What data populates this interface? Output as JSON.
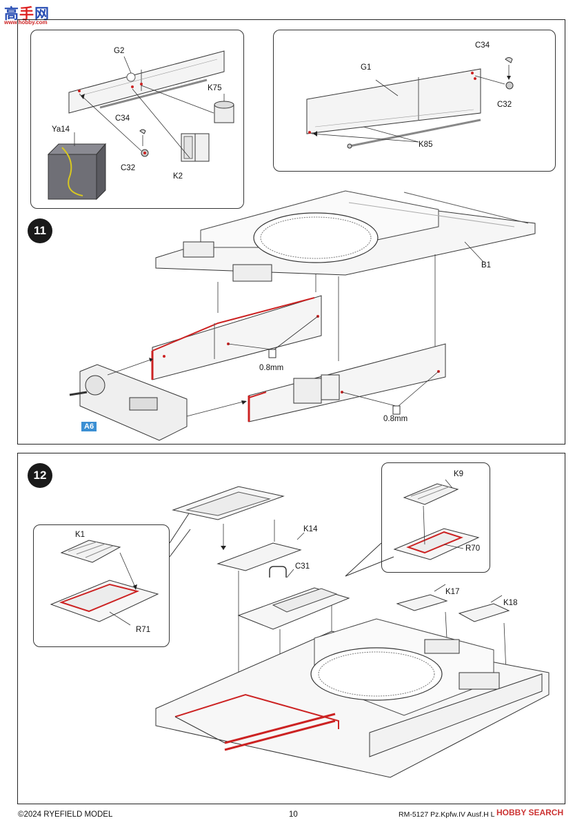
{
  "watermark": {
    "glyphs_left": "高",
    "glyphs_mid": "手",
    "glyphs_right": "网",
    "url": "www.hobby.com"
  },
  "step11": {
    "number": "11",
    "labels": {
      "G2": "G2",
      "K75": "K75",
      "C34a": "C34",
      "Ya14": "Ya14",
      "C32a": "C32",
      "K2": "K2",
      "C34b": "C34",
      "G1": "G1",
      "C32b": "C32",
      "K85": "K85",
      "B1": "B1",
      "drill1": "0.8mm",
      "drill2": "0.8mm",
      "A6": "A6"
    }
  },
  "step12": {
    "number": "12",
    "labels": {
      "K1": "K1",
      "R71": "R71",
      "K14": "K14",
      "C31": "C31",
      "K9": "K9",
      "R70": "R70",
      "K17": "K17",
      "K18": "K18"
    }
  },
  "footer": {
    "copyright": "©2024 RYEFIELD MODEL",
    "page": "10",
    "product": "RM-5127 Pz.Kpfw.IV Ausf.H Late Production",
    "brand": "HOBBY SEARCH"
  }
}
